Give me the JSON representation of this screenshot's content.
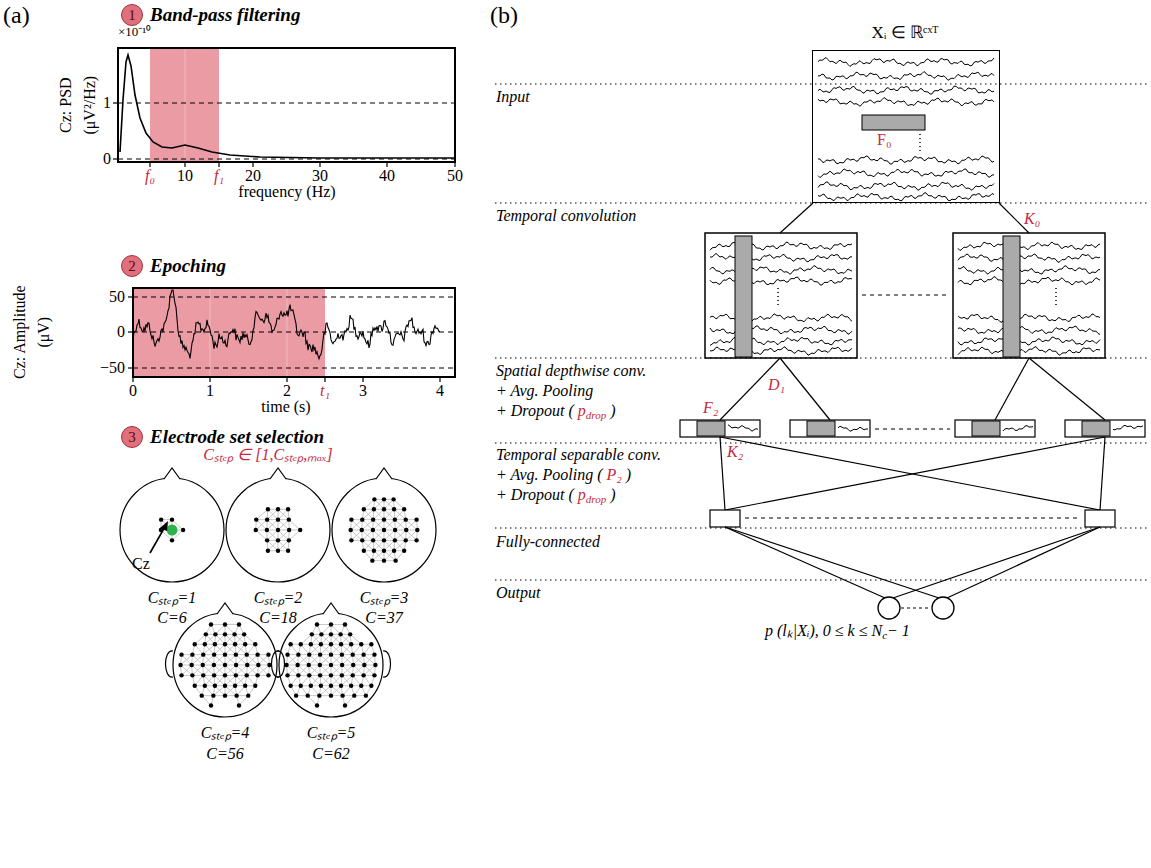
{
  "diagram": {
    "nodes": [
      {
        "text": [
          "1"
        ]
      },
      {
        "text": [
          "2"
        ]
      },
      {
        "text": [
          "3"
        ]
      },
      {
        "text": [
          "Xᵢ ∈ ℝᶜˣᵀ",
          "F₀"
        ]
      }
    ],
    "labels": [
      "(a)",
      "Band-pass filtering",
      "×10⁻¹⁰",
      "Cz: PSD",
      "(μV²/Hz)",
      "1",
      "0",
      "f₀",
      "10",
      "f₁",
      "20",
      "30",
      "40",
      "50",
      "frequency (Hz)",
      "Epoching",
      "Cz: Amplitude",
      "(μV)",
      "50",
      "0",
      "−50",
      "0",
      "1",
      "2",
      "t₁",
      "3",
      "4",
      "time (s)",
      "Electrode set selection",
      "Cₛₜₑₚ ∈ [1,Cₛₜₑₚ,ₘₐₓ]",
      "Cz",
      "Cₛₜₑₚ=1",
      "C=6",
      "Cₛₜₑₚ=2",
      "C=18",
      "Cₛₜₑₚ=3",
      "C=37",
      "Cₛₜₑₚ=4",
      "C=56",
      "Cₛₜₑₚ=5",
      "C=62",
      "(b)",
      "Input",
      "Temporal convolution",
      "K₀",
      "Spatial depthwise conv.",
      "+ Avg. Pooling",
      "+ Dropout (",
      "p",
      "drop",
      ")",
      "D₁",
      "F₂",
      "Temporal separable conv.",
      "K₂",
      "+ Avg. Pooling (",
      "P₂",
      ")",
      "+ Dropout (",
      "p",
      "drop",
      ")",
      "Fully-connected",
      "Output",
      "p (lₖ|Xᵢ), 0 ≤ k ≤ N",
      "c",
      "− 1"
    ]
  }
}
